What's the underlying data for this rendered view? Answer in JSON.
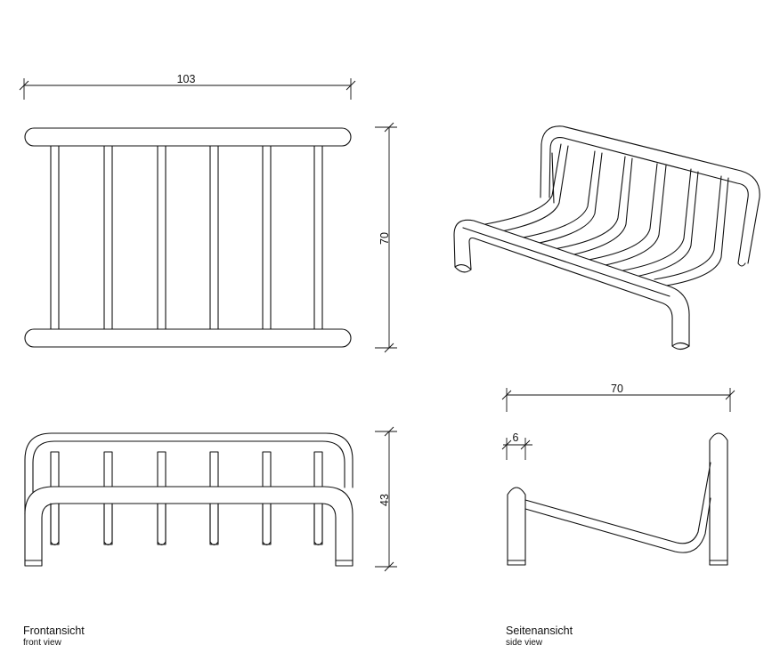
{
  "dimensions": {
    "front_width": "103",
    "front_height": "70",
    "elevation_height": "43",
    "side_depth": "70",
    "side_tube": "6"
  },
  "captions": {
    "front": {
      "de": "Frontansicht",
      "en": "front view"
    },
    "side": {
      "de": "Seitenansicht",
      "en": "side view"
    }
  }
}
